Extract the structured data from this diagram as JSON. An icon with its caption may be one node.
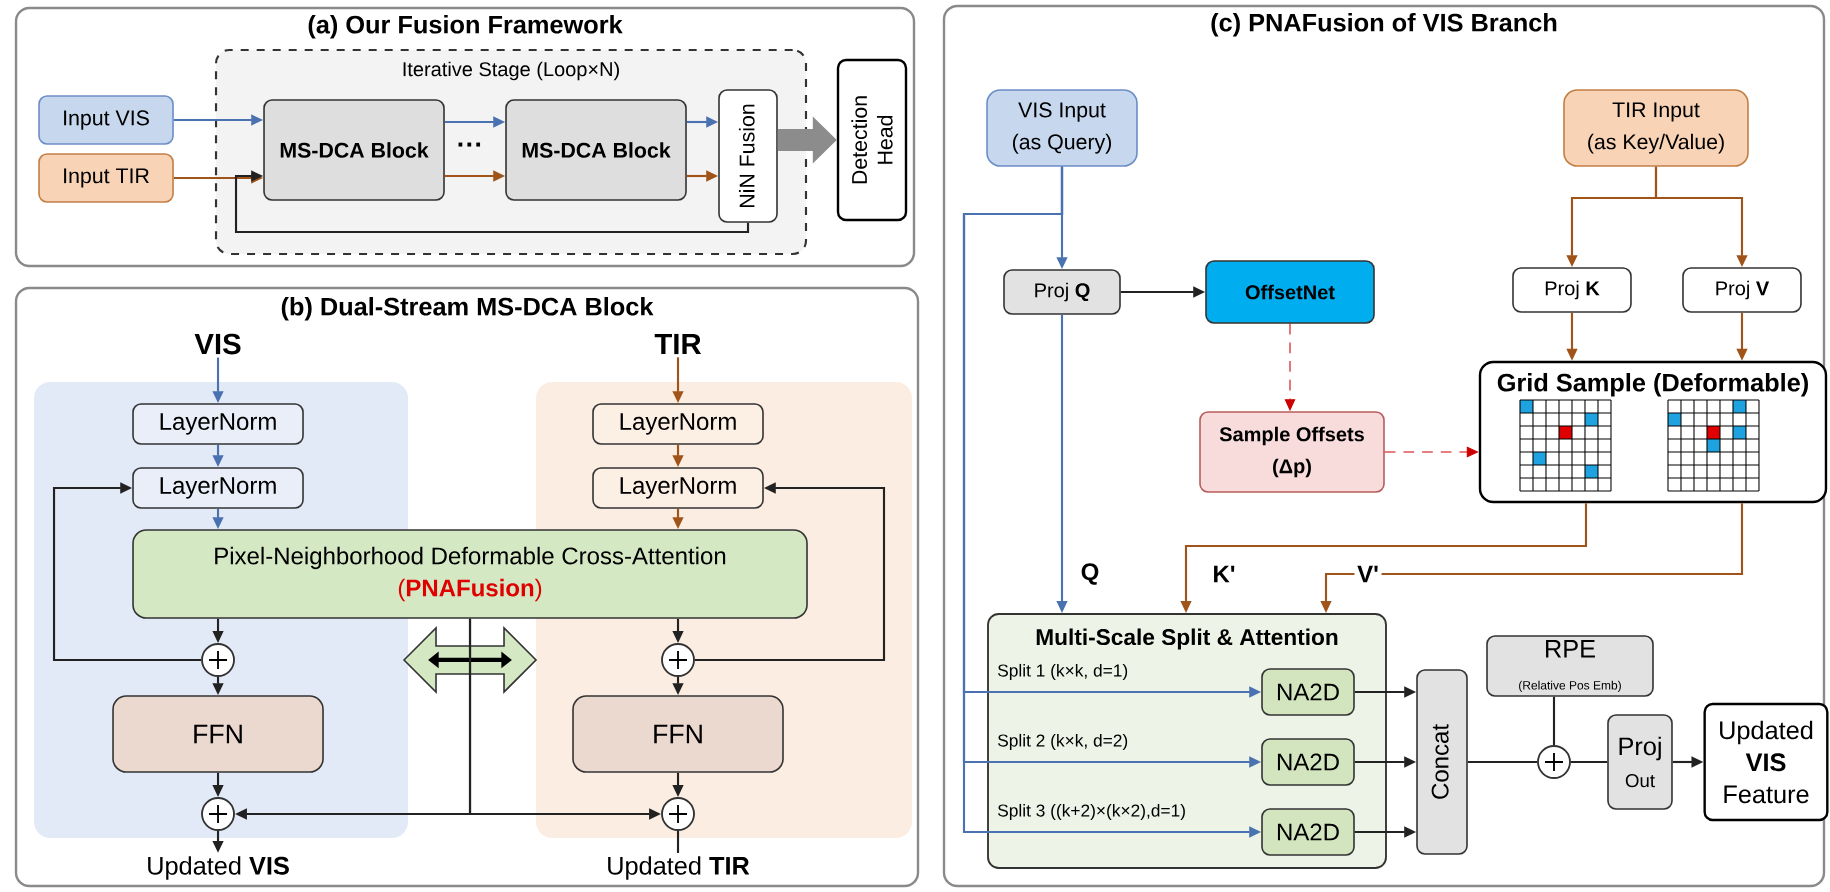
{
  "diagram": {
    "nodes": [
      {
        "text": [
          "(a) Our Fusion Framework"
        ]
      },
      {
        "text": [
          "Iterative Stage (Loop×N)"
        ],
        "in": 0
      },
      {
        "text": [
          "Input VIS"
        ],
        "in": 0
      },
      {
        "text": [
          "Input TIR"
        ],
        "in": 0
      },
      {
        "text": [
          "MS-DCA Block"
        ],
        "in": 1
      },
      {
        "text": [
          "MS-DCA Block"
        ],
        "in": 1
      },
      {
        "text": [
          "NiN Fusion"
        ],
        "in": 1
      },
      {
        "text": [
          "Detection Head"
        ],
        "in": 0
      },
      {
        "text": [
          "(b) Dual-Stream MS-DCA Block"
        ]
      },
      {
        "text": [
          "VIS"
        ],
        "in": 8
      },
      {
        "text": [
          "TIR"
        ],
        "in": 8
      },
      {
        "text": [
          "LayerNorm"
        ],
        "in": 8
      },
      {
        "text": [
          "LayerNorm"
        ],
        "in": 8
      },
      {
        "text": [
          "LayerNorm"
        ],
        "in": 8
      },
      {
        "text": [
          "LayerNorm"
        ],
        "in": 8
      },
      {
        "text": [
          "Pixel-Neighborhood Deformable Cross-Attention",
          "(**PNAFusion**)"
        ],
        "in": 8
      },
      {
        "text": [],
        "shape": "circle",
        "in": 8
      },
      {
        "text": [],
        "shape": "circle",
        "in": 8
      },
      {
        "text": [
          "FFN"
        ],
        "in": 8
      },
      {
        "text": [
          "FFN"
        ],
        "in": 8
      },
      {
        "text": [],
        "shape": "circle",
        "in": 8
      },
      {
        "text": [],
        "shape": "circle",
        "in": 8
      },
      {
        "text": [
          "Updated **VIS**"
        ],
        "in": 8
      },
      {
        "text": [
          "Updated **TIR**"
        ],
        "in": 8
      },
      {
        "text": [
          "(c) PNAFusion of VIS Branch"
        ]
      },
      {
        "text": [
          "VIS Input",
          "(as Query)"
        ],
        "in": 24
      },
      {
        "text": [
          "TIR Input",
          "(as Key/Value)"
        ],
        "in": 24
      },
      {
        "text": [
          "Proj **Q**"
        ],
        "in": 24
      },
      {
        "text": [
          "OffsetNet"
        ],
        "in": 24
      },
      {
        "text": [
          "Proj **K**"
        ],
        "in": 24
      },
      {
        "text": [
          "Proj **V**"
        ],
        "in": 24
      },
      {
        "text": [
          "Grid Sample (Deformable)"
        ],
        "in": 24
      },
      {
        "text": [
          "Sample Offsets",
          "(Δp)"
        ],
        "in": 24
      },
      {
        "text": [
          "Multi-Scale Split & Attention"
        ],
        "in": 24
      },
      {
        "text": [
          "NA2D"
        ],
        "in": 33
      },
      {
        "text": [
          "NA2D"
        ],
        "in": 33
      },
      {
        "text": [
          "NA2D"
        ],
        "in": 33
      },
      {
        "text": [
          "Concat"
        ],
        "in": 24
      },
      {
        "text": [
          "RPE",
          "(Relative Pos Emb)"
        ],
        "in": 24
      },
      {
        "text": [],
        "shape": "circle",
        "in": 24
      },
      {
        "text": [
          "Proj",
          "Out"
        ],
        "in": 24
      },
      {
        "text": [
          "Updated **VIS** Feature"
        ],
        "in": 24
      }
    ],
    "edges": [
      {
        "from": 2,
        "to": 4,
        "arrow": "to",
        "color": "#4a72b0"
      },
      {
        "from": 3,
        "to": 4,
        "arrow": "to",
        "color": "#a0541a"
      },
      {
        "from": 4,
        "to": 5,
        "arrow": "to",
        "color": "#4a72b0"
      },
      {
        "from": 4,
        "to": 5,
        "arrow": "to",
        "color": "#a0541a"
      },
      {
        "from": 5,
        "to": 6,
        "arrow": "to",
        "color": "#4a72b0"
      },
      {
        "from": 5,
        "to": 6,
        "arrow": "to",
        "color": "#a0541a"
      },
      {
        "from": 6,
        "to": 7,
        "arrow": "to",
        "style": "thick",
        "color": "#8c8c8c"
      },
      {
        "from": 6,
        "to": 4,
        "arrow": "to"
      },
      {
        "from": 9,
        "to": 11,
        "arrow": "to",
        "color": "#4a72b0"
      },
      {
        "from": 11,
        "to": 12,
        "arrow": "to",
        "color": "#4a72b0"
      },
      {
        "from": 12,
        "to": 15,
        "arrow": "to",
        "color": "#4a72b0"
      },
      {
        "from": 10,
        "to": 13,
        "arrow": "to",
        "color": "#a0541a"
      },
      {
        "from": 13,
        "to": 14,
        "arrow": "to",
        "color": "#a0541a"
      },
      {
        "from": 14,
        "to": 15,
        "arrow": "to",
        "color": "#a0541a"
      },
      {
        "from": 15,
        "to": 16,
        "arrow": "to"
      },
      {
        "from": 15,
        "to": 17,
        "arrow": "to"
      },
      {
        "from": 16,
        "to": 12,
        "arrow": "to"
      },
      {
        "from": 17,
        "to": 14,
        "arrow": "to"
      },
      {
        "from": 16,
        "to": 18,
        "arrow": "to"
      },
      {
        "from": 17,
        "to": 19,
        "arrow": "to"
      },
      {
        "from": 18,
        "to": 20,
        "arrow": "to"
      },
      {
        "from": 19,
        "to": 21,
        "arrow": "to"
      },
      {
        "from": 15,
        "to": 20,
        "arrow": "to"
      },
      {
        "from": 15,
        "to": 21,
        "arrow": "to"
      },
      {
        "from": 20,
        "to": 22,
        "arrow": "to"
      },
      {
        "from": 21,
        "to": 23,
        "arrow": "none"
      },
      {
        "from": 25,
        "to": 27,
        "arrow": "to",
        "color": "#4a72b0"
      },
      {
        "from": 27,
        "to": 28,
        "arrow": "to"
      },
      {
        "from": 28,
        "to": 32,
        "arrow": "to",
        "style": "dashed",
        "color": "#cc0000"
      },
      {
        "from": 32,
        "to": 31,
        "arrow": "to",
        "style": "dashed",
        "color": "#cc0000"
      },
      {
        "from": 26,
        "to": 29,
        "arrow": "to",
        "color": "#a0541a"
      },
      {
        "from": 26,
        "to": 30,
        "arrow": "to",
        "color": "#a0541a"
      },
      {
        "from": 29,
        "to": 31,
        "arrow": "to",
        "color": "#a0541a"
      },
      {
        "from": 30,
        "to": 31,
        "arrow": "to",
        "color": "#a0541a"
      },
      {
        "from": 27,
        "to": 33,
        "arrow": "to",
        "label": "Q",
        "color": "#4a72b0"
      },
      {
        "from": 31,
        "to": 33,
        "arrow": "to",
        "label": "K'",
        "color": "#a0541a"
      },
      {
        "from": 31,
        "to": 33,
        "arrow": "to",
        "label": "V'",
        "color": "#a0541a"
      },
      {
        "from": 25,
        "to": 34,
        "arrow": "to",
        "label": "Split 1 (k×k, d=1)",
        "color": "#4a72b0"
      },
      {
        "from": 25,
        "to": 35,
        "arrow": "to",
        "label": "Split 2 (k×k, d=2)",
        "color": "#4a72b0"
      },
      {
        "from": 25,
        "to": 36,
        "arrow": "to",
        "label": "Split 3 ((k+2)×(k×2),d=1)",
        "color": "#4a72b0"
      },
      {
        "from": 34,
        "to": 37,
        "arrow": "to"
      },
      {
        "from": 35,
        "to": 37,
        "arrow": "to"
      },
      {
        "from": 36,
        "to": 37,
        "arrow": "to"
      },
      {
        "from": 37,
        "to": 39,
        "arrow": "none"
      },
      {
        "from": 38,
        "to": 39,
        "arrow": "none"
      },
      {
        "from": 39,
        "to": 40,
        "arrow": "none"
      },
      {
        "from": 40,
        "to": 41,
        "arrow": "to"
      }
    ],
    "labels": [
      "···"
    ]
  }
}
